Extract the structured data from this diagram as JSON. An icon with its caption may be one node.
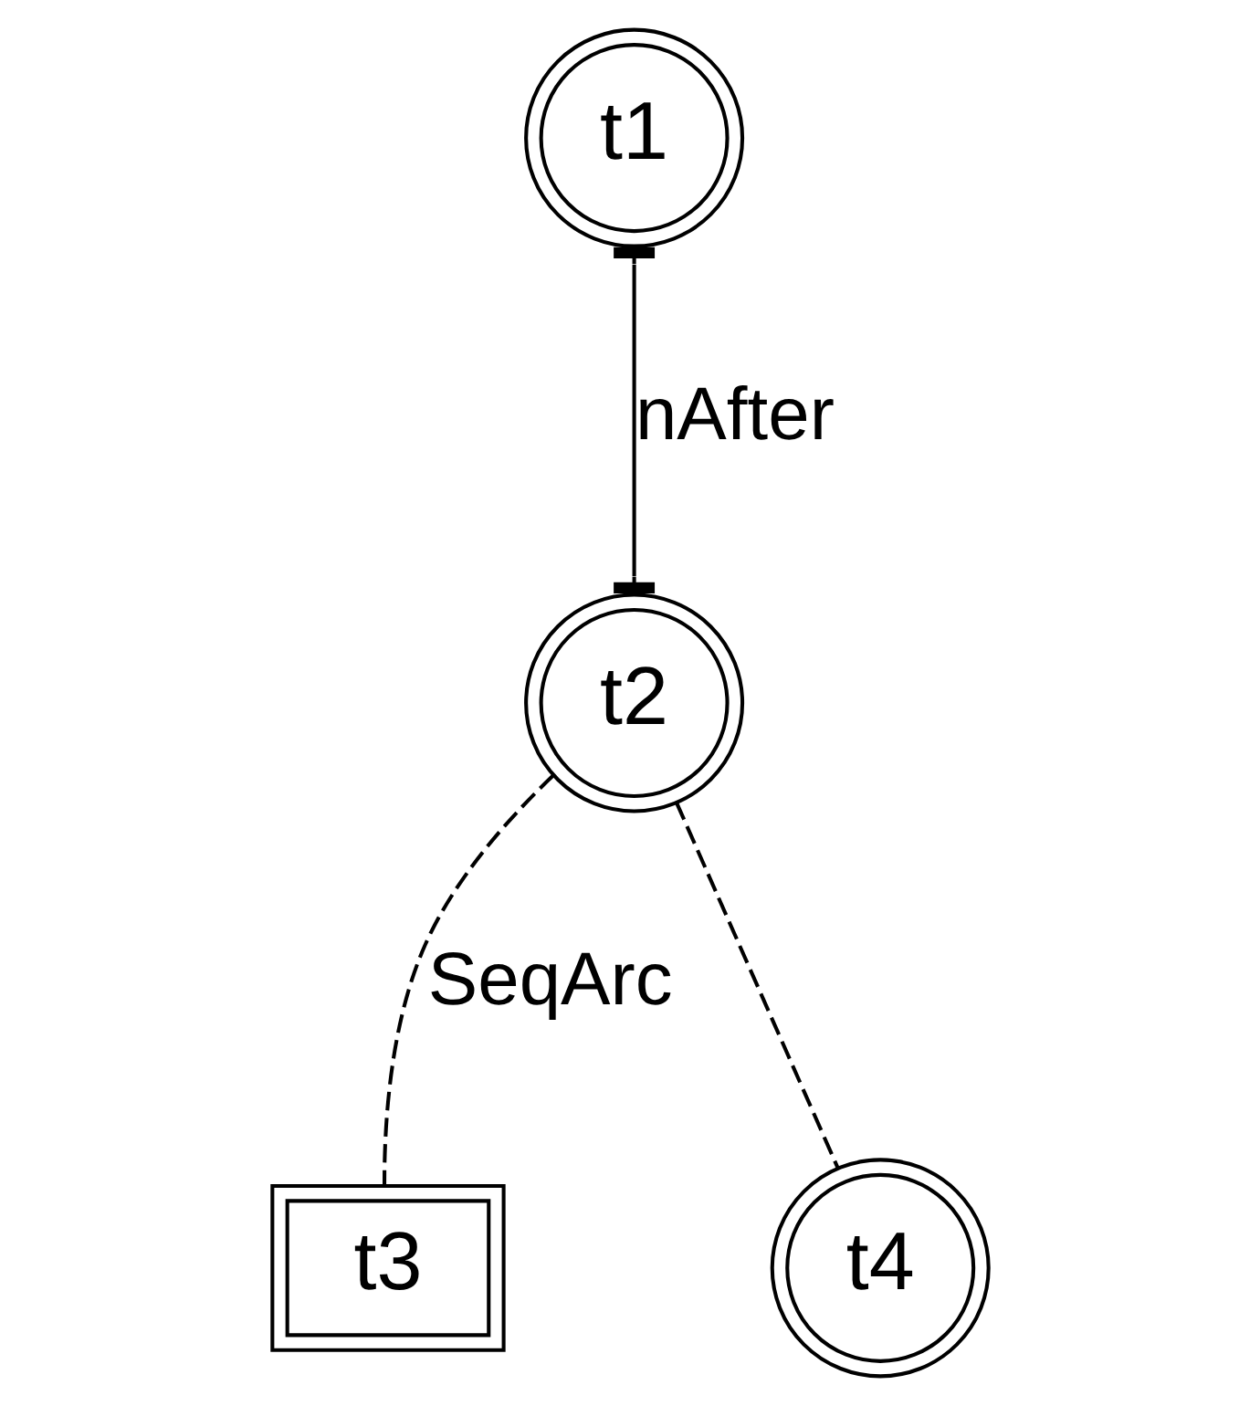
{
  "diagram": {
    "nodes": [
      {
        "text": [
          "t1"
        ]
      },
      {
        "text": [
          "t2"
        ]
      },
      {
        "text": [
          "t3"
        ]
      },
      {
        "text": [
          "t4"
        ]
      }
    ],
    "edges": [
      {
        "from": 0,
        "to": 1,
        "arrow": "other",
        "label": "nAfter"
      },
      {
        "from": 1,
        "to": 2,
        "arrow": "none",
        "style": "dashed",
        "label": "SeqArc"
      },
      {
        "from": 1,
        "to": 3,
        "arrow": "none",
        "style": "dashed"
      }
    ]
  }
}
